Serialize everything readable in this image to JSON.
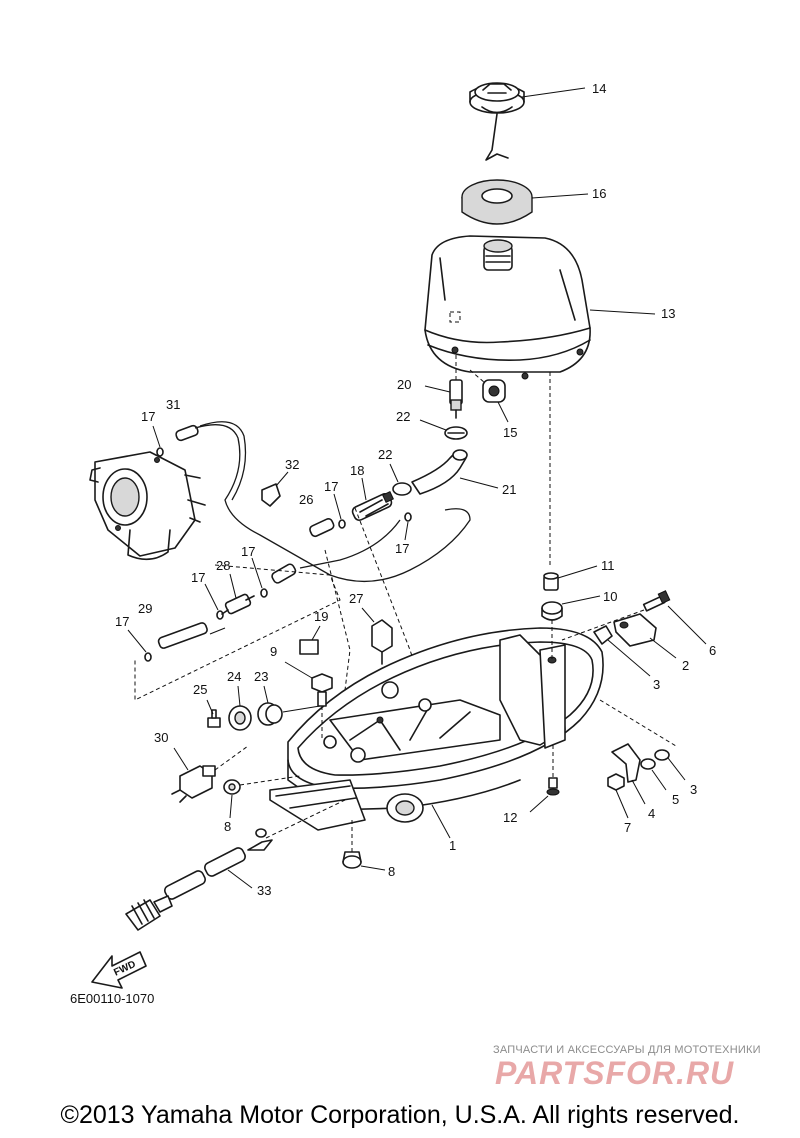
{
  "diagram": {
    "code": "6E00110-1070",
    "direction_label": "FWD",
    "callouts": [
      {
        "id": "14",
        "label": "14"
      },
      {
        "id": "16",
        "label": "16"
      },
      {
        "id": "13",
        "label": "13"
      },
      {
        "id": "20",
        "label": "20"
      },
      {
        "id": "22a",
        "label": "22"
      },
      {
        "id": "15",
        "label": "15"
      },
      {
        "id": "31",
        "label": "31"
      },
      {
        "id": "17a",
        "label": "17"
      },
      {
        "id": "32",
        "label": "32"
      },
      {
        "id": "26",
        "label": "26"
      },
      {
        "id": "17b",
        "label": "17"
      },
      {
        "id": "18",
        "label": "18"
      },
      {
        "id": "22b",
        "label": "22"
      },
      {
        "id": "21",
        "label": "21"
      },
      {
        "id": "17c",
        "label": "17"
      },
      {
        "id": "17d",
        "label": "17"
      },
      {
        "id": "28",
        "label": "28"
      },
      {
        "id": "17e",
        "label": "17"
      },
      {
        "id": "29",
        "label": "29"
      },
      {
        "id": "17f",
        "label": "17"
      },
      {
        "id": "11",
        "label": "11"
      },
      {
        "id": "10",
        "label": "10"
      },
      {
        "id": "6",
        "label": "6"
      },
      {
        "id": "27",
        "label": "27"
      },
      {
        "id": "19",
        "label": "19"
      },
      {
        "id": "2",
        "label": "2"
      },
      {
        "id": "3a",
        "label": "3"
      },
      {
        "id": "9",
        "label": "9"
      },
      {
        "id": "24",
        "label": "24"
      },
      {
        "id": "23",
        "label": "23"
      },
      {
        "id": "25",
        "label": "25"
      },
      {
        "id": "30",
        "label": "30"
      },
      {
        "id": "8a",
        "label": "8"
      },
      {
        "id": "12",
        "label": "12"
      },
      {
        "id": "1",
        "label": "1"
      },
      {
        "id": "4",
        "label": "4"
      },
      {
        "id": "5",
        "label": "5"
      },
      {
        "id": "3b",
        "label": "3"
      },
      {
        "id": "7",
        "label": "7"
      },
      {
        "id": "8b",
        "label": "8"
      },
      {
        "id": "33",
        "label": "33"
      }
    ]
  },
  "watermark": {
    "tagline": "ЗАПЧАСТИ И АКСЕССУАРЫ ДЛЯ МОТОТЕХНИКИ",
    "logo_text": "PARTSFOR.RU",
    "logo_color": "#e8a8a8"
  },
  "footer": {
    "copyright": "©2013 Yamaha Motor Corporation, U.S.A. All rights reserved."
  }
}
